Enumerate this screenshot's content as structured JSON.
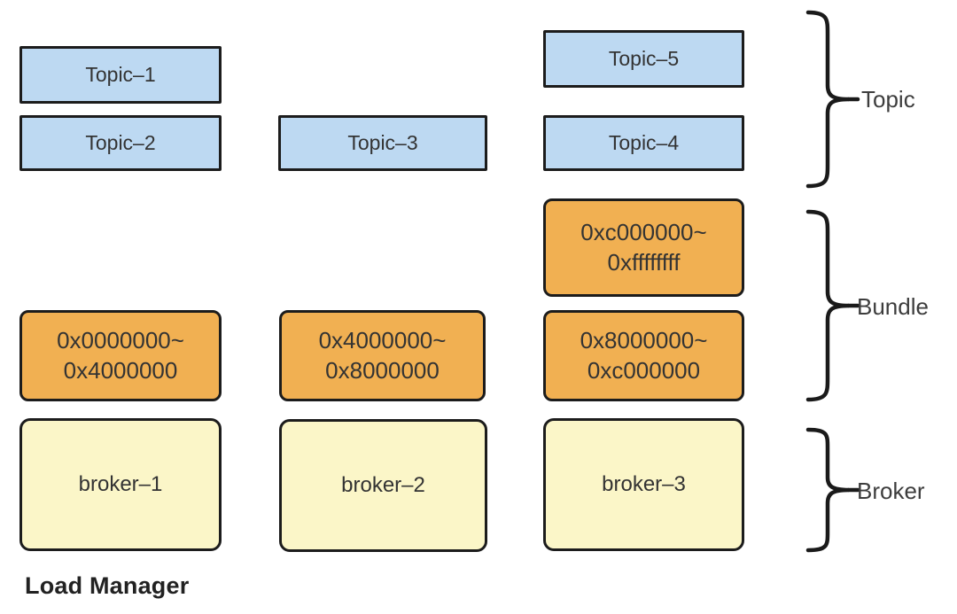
{
  "footer": {
    "label": "Load Manager"
  },
  "group_labels": {
    "topic": "Topic",
    "bundle": "Bundle",
    "broker": "Broker"
  },
  "columns": [
    {
      "topics": [
        "Topic–1",
        "Topic–2"
      ],
      "bundles": [
        {
          "start": "0x0000000~",
          "end": "0x4000000"
        }
      ],
      "broker": "broker–1"
    },
    {
      "topics": [
        "Topic–3"
      ],
      "bundles": [
        {
          "start": "0x4000000~",
          "end": "0x8000000"
        }
      ],
      "broker": "broker–2"
    },
    {
      "topics": [
        "Topic–5",
        "Topic–4"
      ],
      "bundles": [
        {
          "start": "0xc000000~",
          "end": "0xffffffff"
        },
        {
          "start": "0x8000000~",
          "end": "0xc000000"
        }
      ],
      "broker": "broker–3"
    }
  ],
  "colors": {
    "topic_fill": "#BDD9F2",
    "bundle_fill": "#F1B052",
    "broker_fill": "#FBF6C8",
    "border": "#1C1C1C"
  }
}
